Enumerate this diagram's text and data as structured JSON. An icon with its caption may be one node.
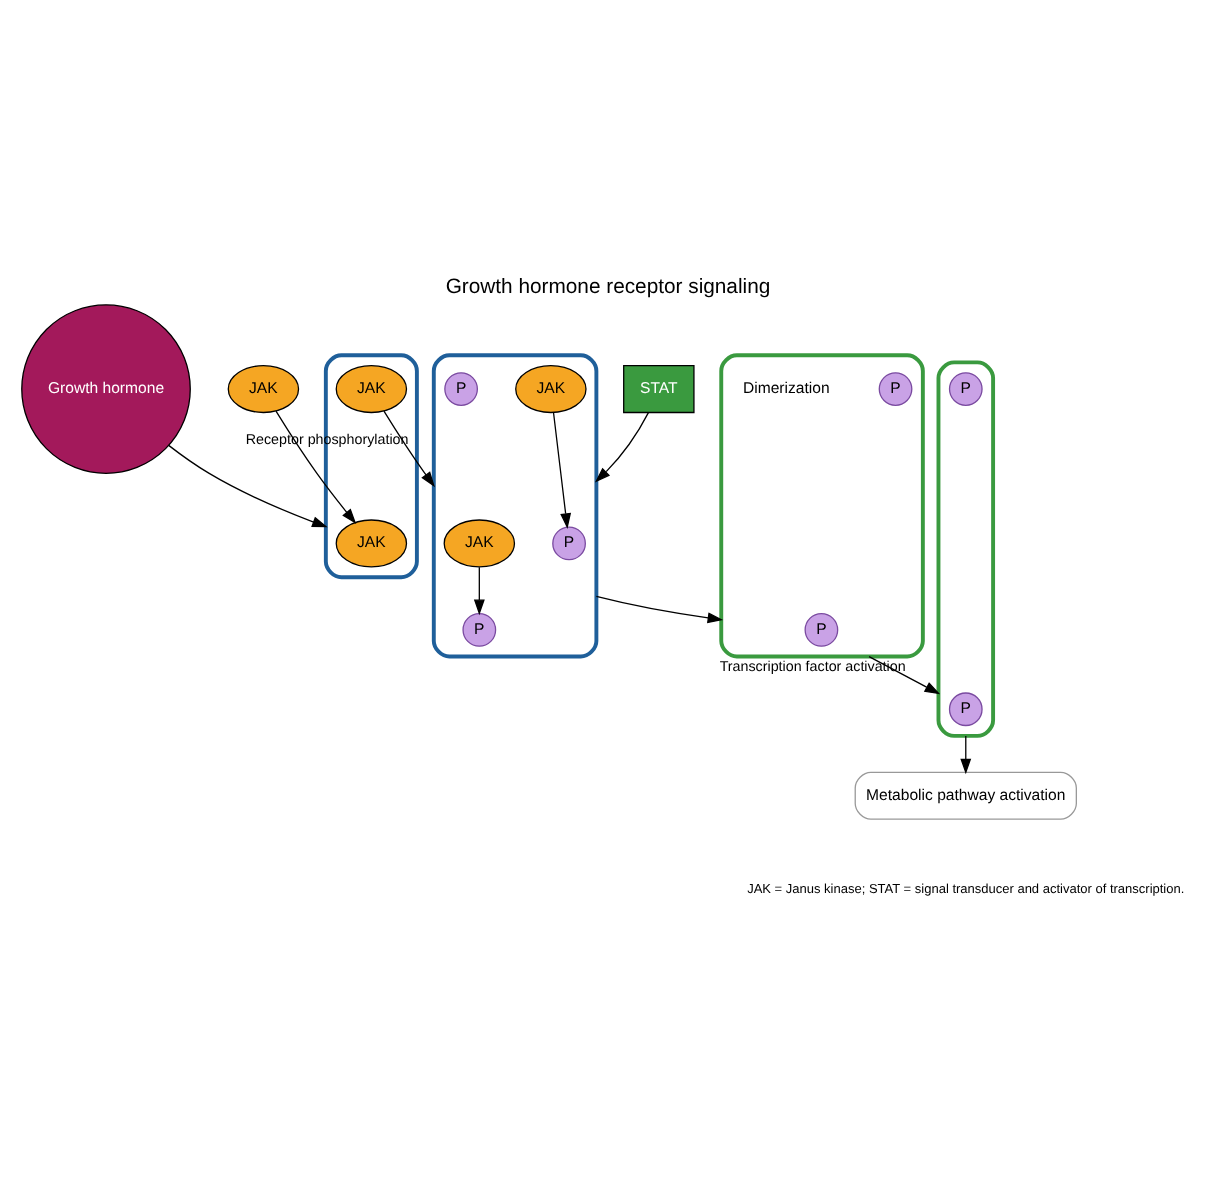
{
  "diagram": {
    "title": "Growth hormone receptor signaling",
    "caption": "JAK = Janus kinase; STAT = signal transducer and activator of transcription.",
    "nodes": [
      {
        "text": [
          "Growth hormone"
        ]
      },
      {
        "text": [],
        "shape": "picture"
      },
      {
        "text": [
          "JAK"
        ],
        "in": 1
      },
      {
        "text": [
          "JAK"
        ],
        "in": 1
      },
      {
        "text": [
          "JAK"
        ]
      },
      {
        "text": [],
        "shape": "picture"
      },
      {
        "text": [
          "JAK"
        ],
        "in": 5
      },
      {
        "text": [
          "JAK"
        ],
        "in": 5
      },
      {
        "text": [
          "P"
        ],
        "in": 5
      },
      {
        "text": [
          "P"
        ],
        "in": 5
      },
      {
        "text": [
          "P"
        ],
        "in": 5
      },
      {
        "text": [
          "STAT"
        ]
      },
      {
        "text": [],
        "shape": "picture",
        "beside": [
          "Dimerization"
        ]
      },
      {
        "text": [
          "P"
        ],
        "in": 12
      },
      {
        "text": [
          "P"
        ],
        "in": 12
      },
      {
        "text": [],
        "shape": "picture"
      },
      {
        "text": [
          "P"
        ],
        "in": 15
      },
      {
        "text": [
          "P"
        ],
        "in": 15
      },
      {
        "text": [
          "Metabolic pathway activation"
        ]
      }
    ],
    "edges": [
      {
        "from": 0,
        "to": 1,
        "arrow": "to"
      },
      {
        "from": 4,
        "to": 2,
        "arrow": "to"
      },
      {
        "from": 3,
        "to": 5,
        "arrow": "to",
        "label": "Receptor phosphorylation"
      },
      {
        "from": 6,
        "to": 8,
        "arrow": "to"
      },
      {
        "from": 7,
        "to": 10,
        "arrow": "to"
      },
      {
        "from": 11,
        "to": 5,
        "arrow": "to"
      },
      {
        "from": 5,
        "to": 12,
        "arrow": "to"
      },
      {
        "from": 12,
        "to": 15,
        "arrow": "to",
        "label": "Transcription factor activation"
      },
      {
        "from": 15,
        "to": 18,
        "arrow": "to"
      }
    ]
  }
}
